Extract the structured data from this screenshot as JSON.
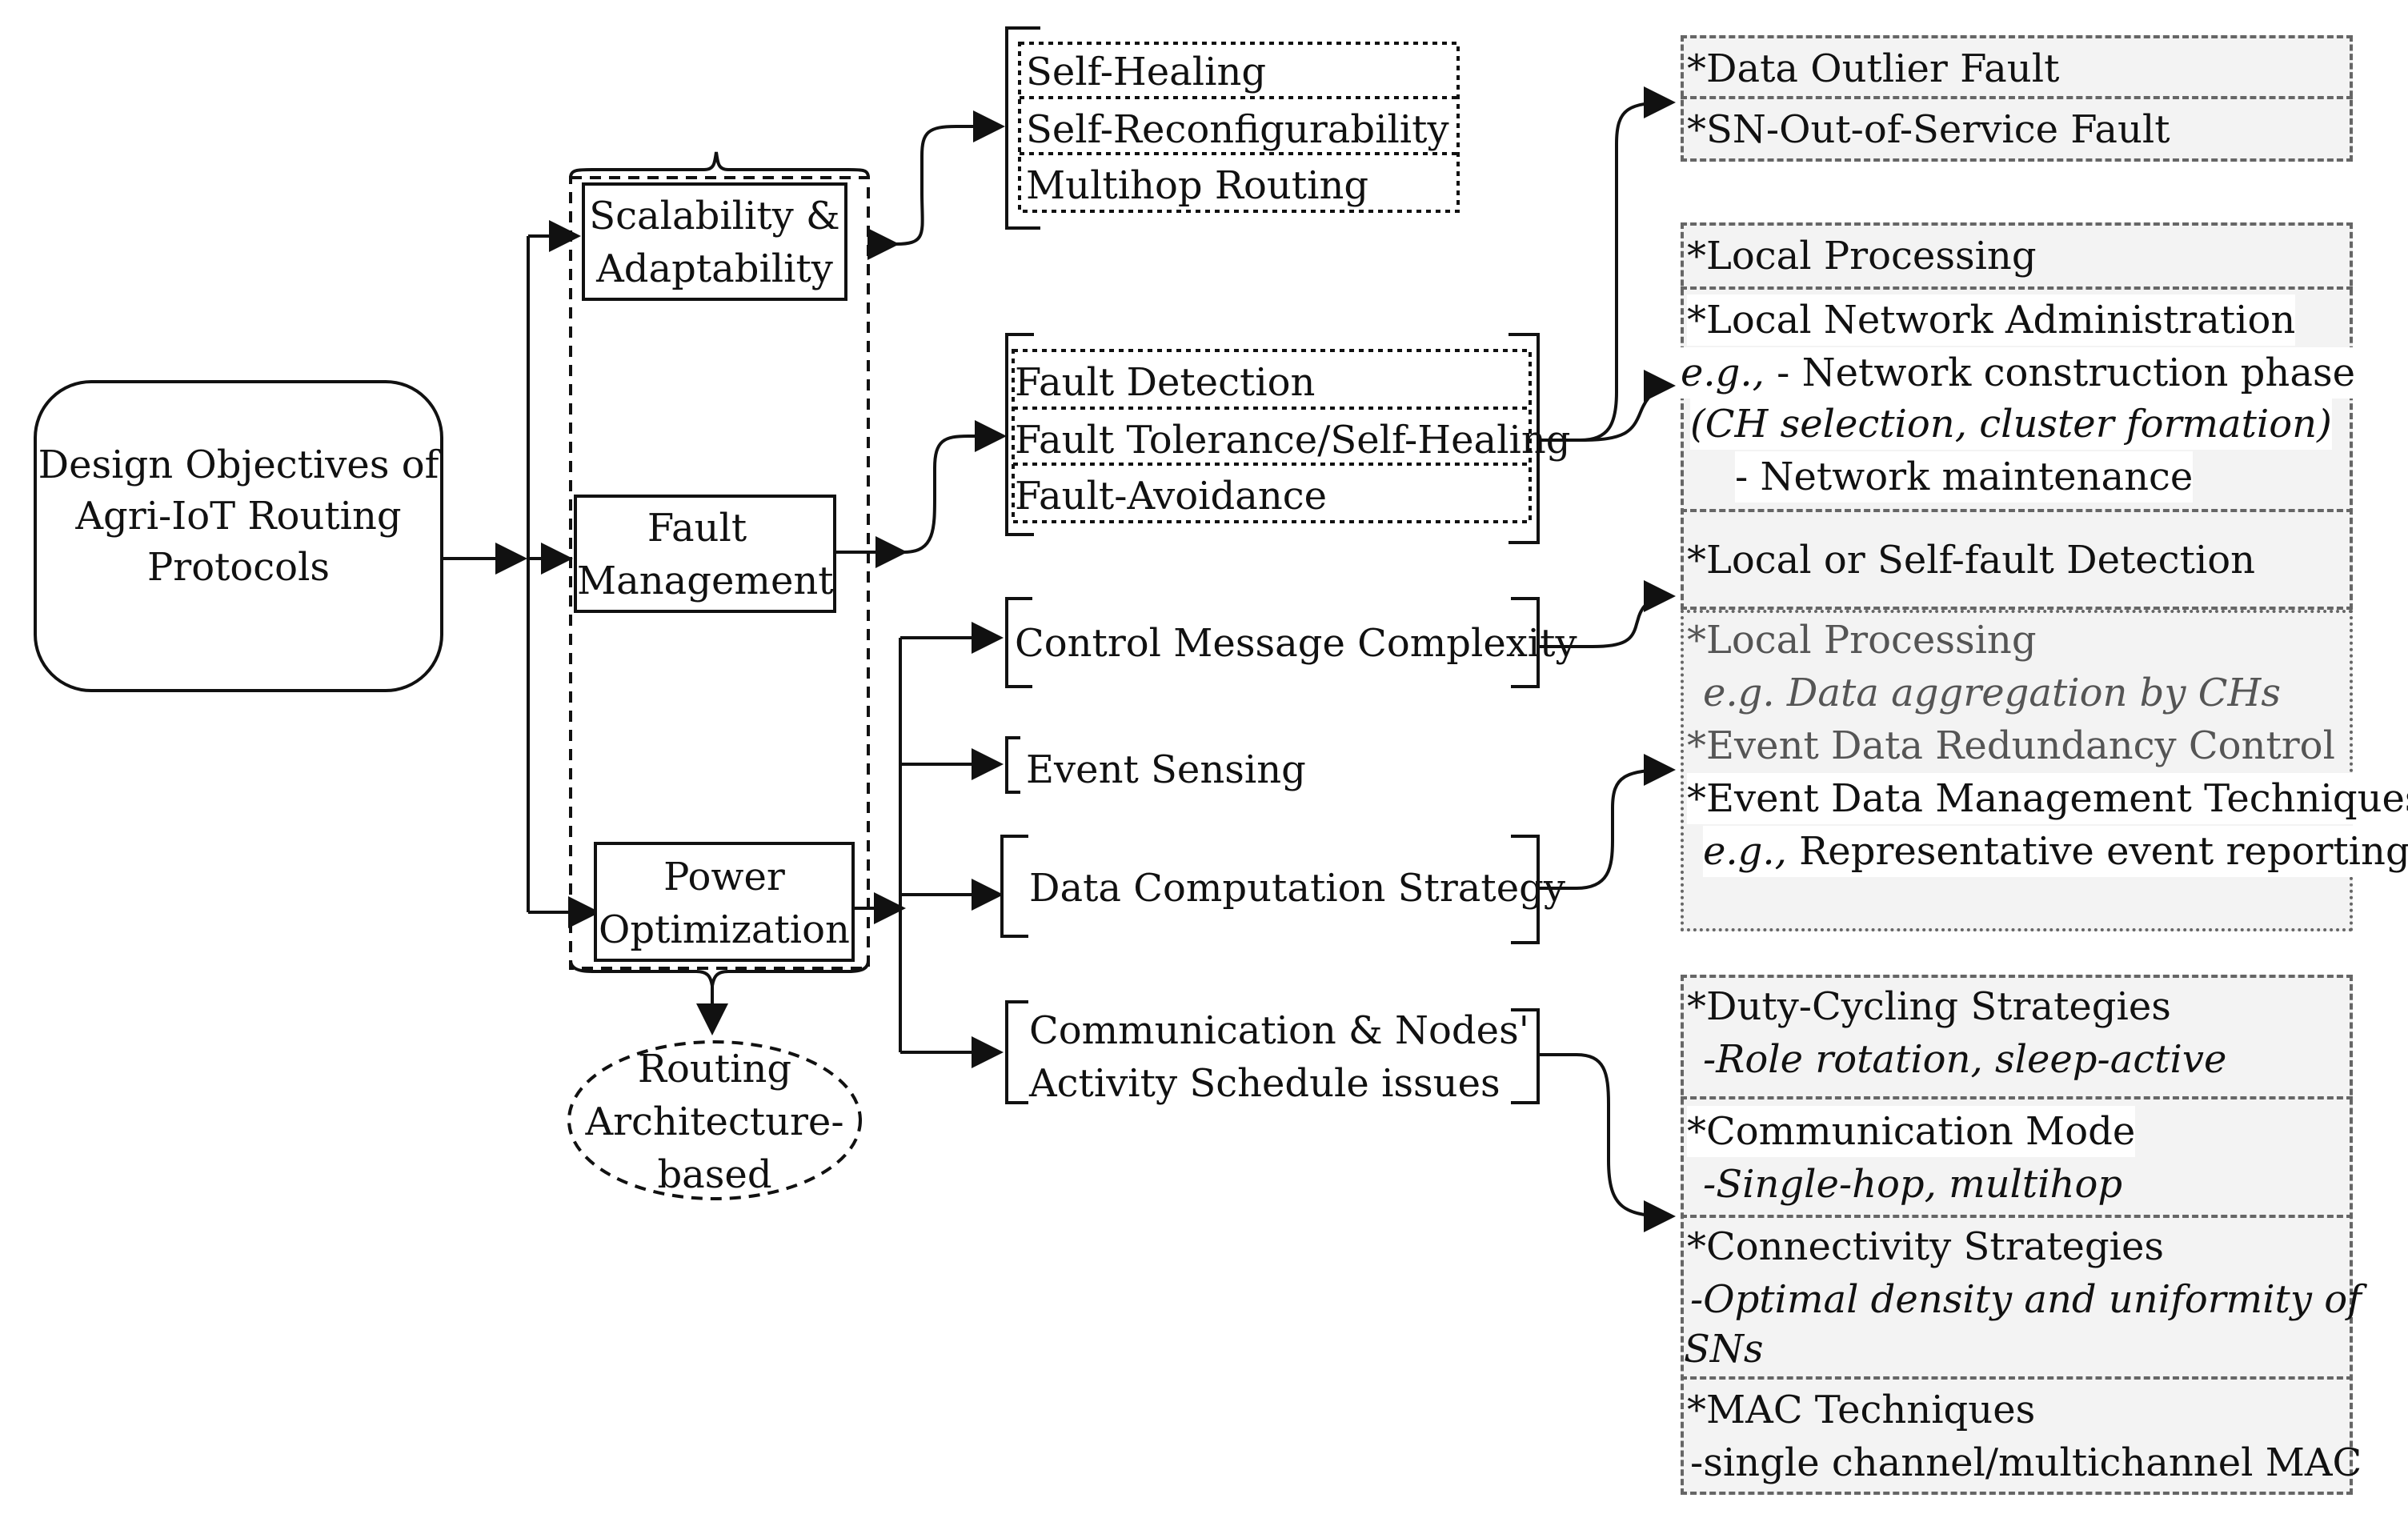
{
  "root": {
    "line1": "Design Objectives of",
    "line2": "Agri-IoT Routing",
    "line3": "Protocols"
  },
  "scalability": {
    "line1": "Scalability &",
    "line2": "Adaptability"
  },
  "fault": {
    "line1": "Fault",
    "line2": "Management"
  },
  "power": {
    "line1": "Power",
    "line2": "Optimization"
  },
  "routing_arch": {
    "line1": "Routing",
    "line2": "Architecture-",
    "line3": "based"
  },
  "scal_items": [
    "Self-Healing",
    "Self-Reconfigurability",
    "Multihop Routing"
  ],
  "fault_items": [
    "Fault Detection",
    "Fault Tolerance/Self-Healing",
    "Fault-Avoidance"
  ],
  "power_items": {
    "control": "Control Message Complexity",
    "event": "Event Sensing",
    "datacomp": "Data Computation Strategy",
    "comm1": "Communication & Nodes'",
    "comm2": "Activity Schedule issues"
  },
  "panel_faults": {
    "r1": "*Data Outlier Fault",
    "r2": "*SN-Out-of-Service Fault"
  },
  "panel_local": {
    "r1": "*Local Processing",
    "r2": "*Local Network Administration",
    "r3a": "e.g.,",
    "r3b": " - Network construction phase",
    "r4": "(CH selection, cluster formation)",
    "r5": "-  Network maintenance",
    "r6": "*Local or Self-fault Detection"
  },
  "panel_data": {
    "r1": "*Local Processing",
    "r2": "e.g. Data aggregation by CHs",
    "r3": "*Event Data Redundancy Control",
    "r4": "*Event Data Management Techniques",
    "r5a": "e.g.,",
    "r5b": " Representative event reporting"
  },
  "panel_comm": {
    "r1": "*Duty-Cycling Strategies",
    "r2": "-Role rotation, sleep-active",
    "r3": "*Communication Mode",
    "r4": "-Single-hop, multihop",
    "r5": "*Connectivity Strategies",
    "r6": "-Optimal density and uniformity of",
    "r7": "SNs",
    "r8": "*MAC Techniques",
    "r9": "-single channel/multichannel MAC"
  }
}
